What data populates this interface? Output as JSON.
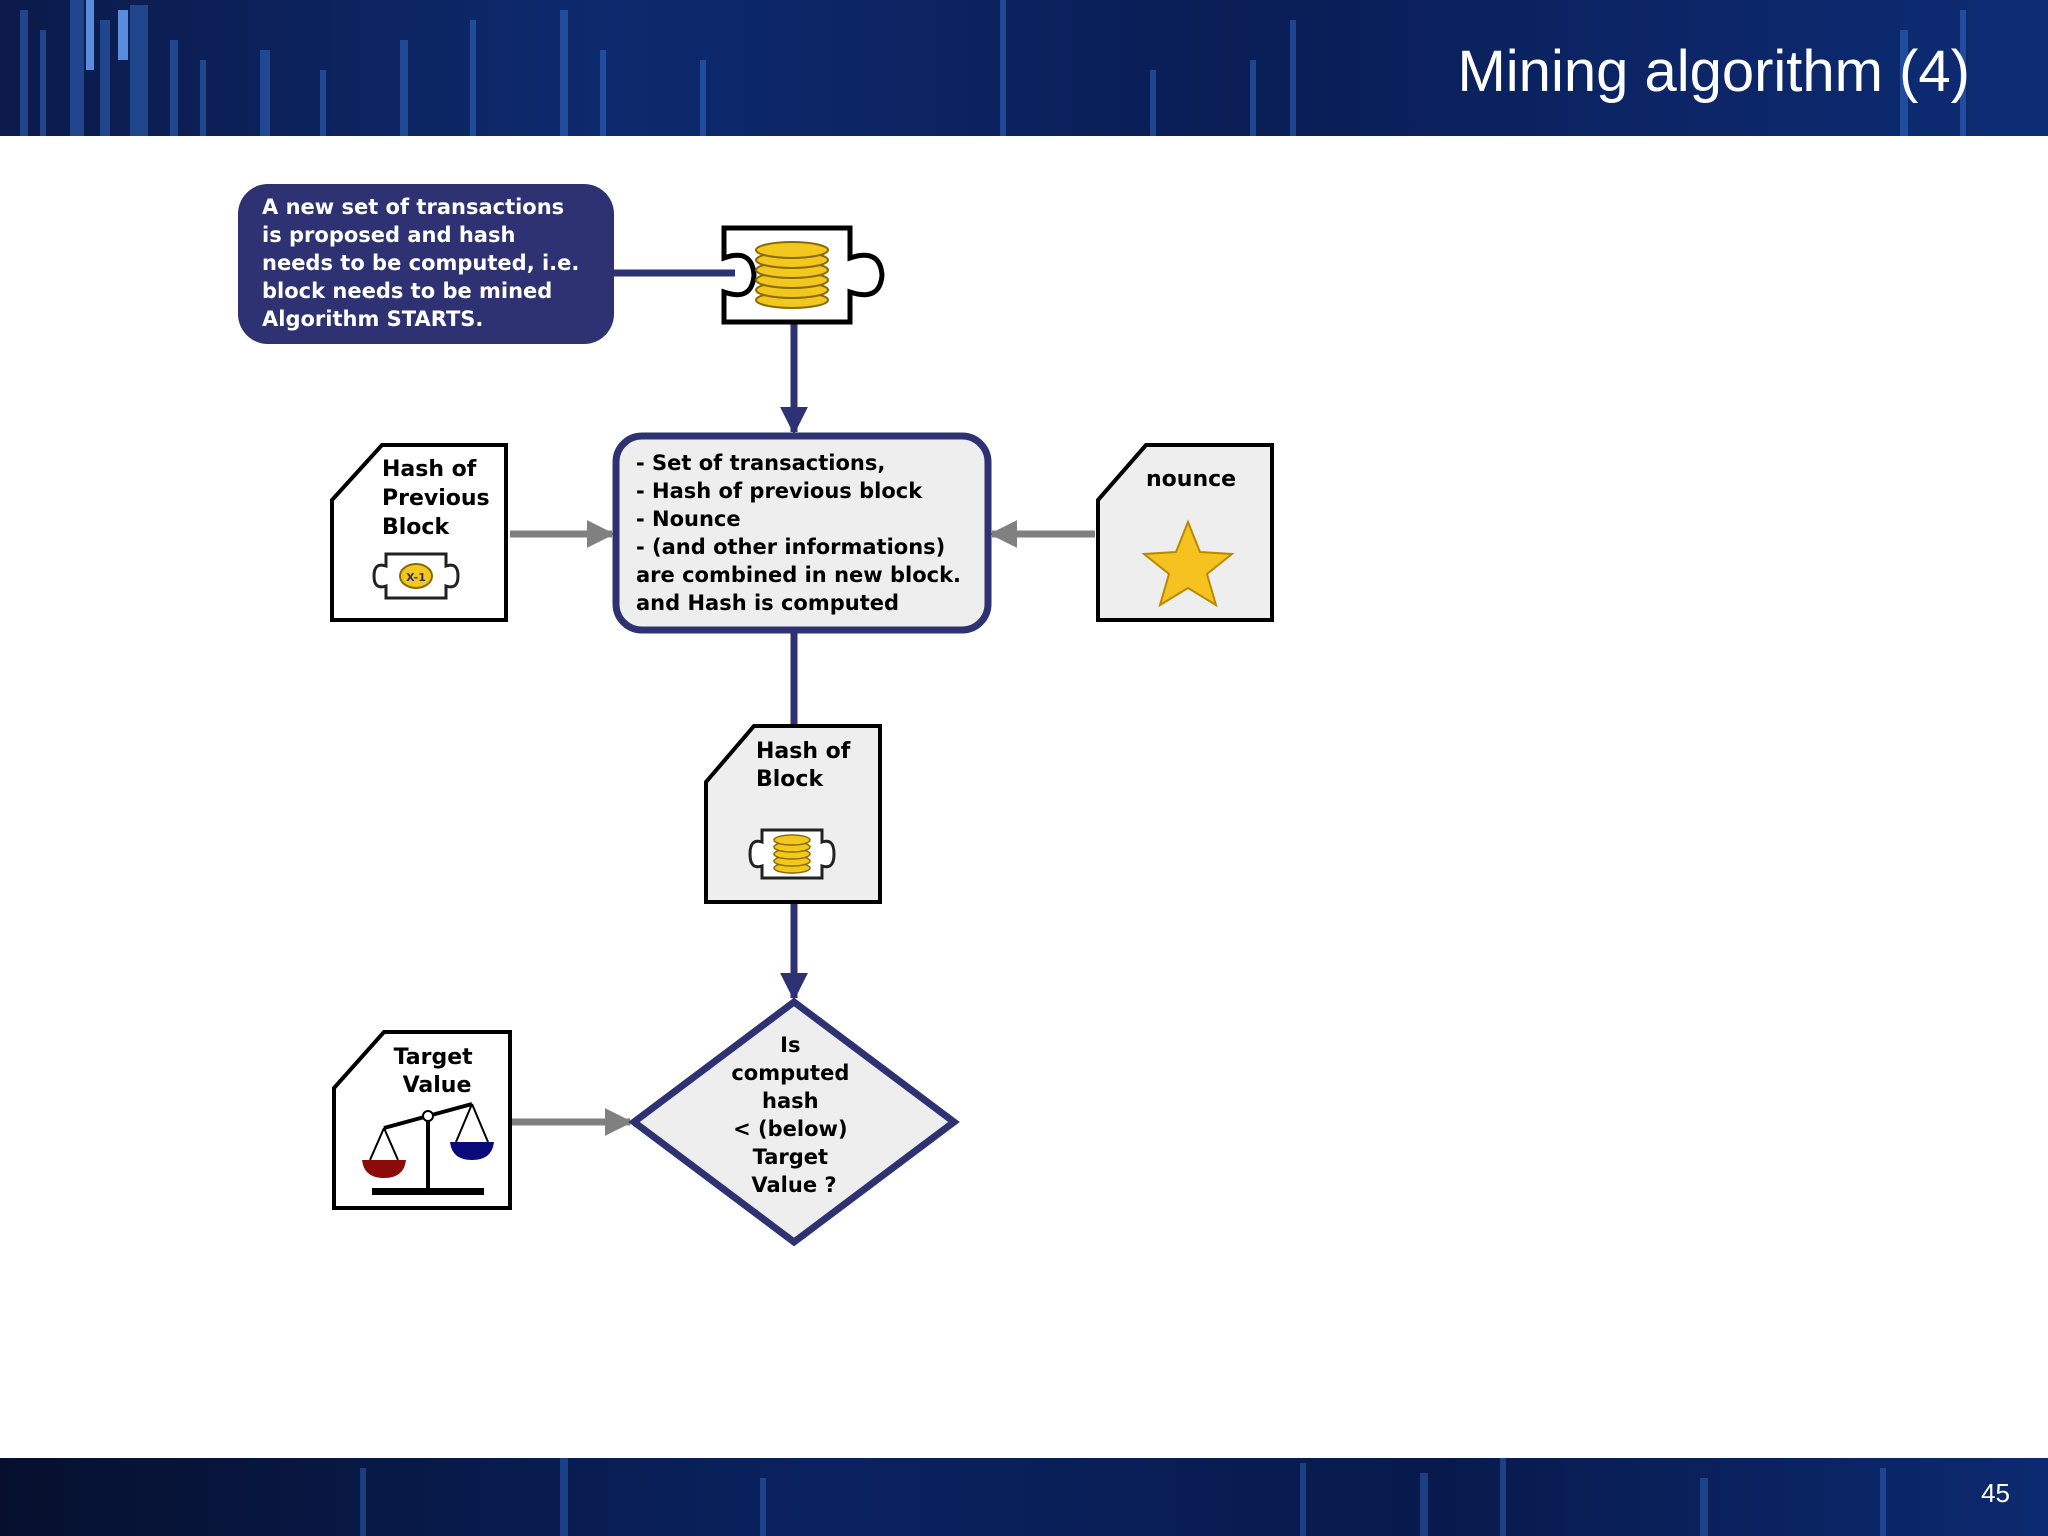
{
  "slide": {
    "title": "Mining algorithm (4)",
    "page_number": "45"
  },
  "diagram": {
    "start_note": [
      "A new set of transactions",
      "is proposed and hash",
      "needs to be computed, i.e.",
      "block needs to be mined",
      "Algorithm STARTS."
    ],
    "prev_hash_doc": [
      "Hash of",
      "Previous",
      "Block"
    ],
    "prev_block_icon_label": "X-1",
    "combine_box": [
      "- Set of transactions,",
      "- Hash of previous block",
      "- Nounce",
      "- (and other informations)",
      "are combined in new block.",
      "and Hash is computed"
    ],
    "nounce_doc": [
      "nounce"
    ],
    "block_hash_doc": [
      "Hash of",
      "Block"
    ],
    "target_doc": [
      "Target",
      "Value"
    ],
    "decision": [
      "Is",
      "computed",
      "hash",
      "< (below)",
      "Target",
      "Value ?"
    ],
    "colors": {
      "navy": "#2e3272",
      "arrow_gray": "#808080",
      "box_fill": "#eeeeee",
      "coin_gold": "#f2c81e",
      "star_gold": "#f6c21f",
      "scale_red": "#8b0a0a",
      "scale_blue": "#0a0a7a"
    },
    "icons": [
      "coin-stack-icon",
      "puzzle-piece-icon",
      "star-icon",
      "balance-scale-icon"
    ]
  }
}
